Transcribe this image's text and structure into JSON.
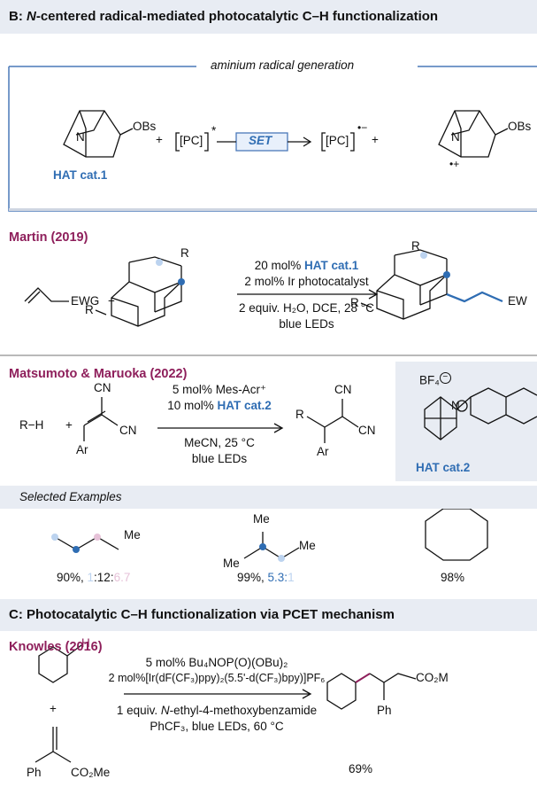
{
  "sectionB": {
    "prefix": "B: ",
    "italic": "N",
    "rest": "-centered radical-mediated photocatalytic C–H functionalization"
  },
  "aminium": {
    "box_title": "aminium radical generation",
    "obs": "OBs",
    "n": "N",
    "plus": "+",
    "pc": "[PC]",
    "star": "*",
    "set": "SET",
    "pc2": "[PC]",
    "radical_minus": "•−",
    "hat_cat": "HAT cat.1",
    "rad_plus": "•+"
  },
  "martin": {
    "title": "Martin (2019)",
    "ewg": "EWG",
    "plus": "+",
    "r": "R",
    "cond1_pre": "20 mol% ",
    "cond1_hat": "HAT cat.1",
    "cond2": "2 mol% Ir photocatalyst",
    "cond3": "2 equiv. H₂O, DCE, 28 °C",
    "cond4": "blue LEDs",
    "product_ewg": "EW"
  },
  "matsumoto": {
    "title": "Matsumoto & Maruoka (2022)",
    "rh": "R−H",
    "plus": "+",
    "cn": "CN",
    "ar": "Ar",
    "r": "R",
    "cond1": "5 mol% Mes-Acr⁺",
    "cond2_pre": "10 mol% ",
    "cond2_hat": "HAT cat.2",
    "cond3": "MeCN, 25 °C",
    "cond4": "blue LEDs",
    "bf4": "BF₄",
    "hat_cat2": "HAT cat.2"
  },
  "examples": {
    "header": "Selected Examples",
    "me": "Me",
    "ex1_yield": "90%, ",
    "ex1_r1": "1",
    "ex1_r2": ":12:",
    "ex1_r3": "6.7",
    "ex2_yield": "99%, ",
    "ex2_r1": "5.3:",
    "ex2_r2": "1",
    "ex3_yield": "98%"
  },
  "sectionC": {
    "title": "C: Photocatalytic C–H functionalization via PCET mechanism"
  },
  "knowles": {
    "title": "Knowles (2016)",
    "h": "H",
    "plus": "+",
    "ph": "Ph",
    "co2me": "CO₂Me",
    "cond1": "5 mol% Bu₄NOP(O)(OBu)₂",
    "cond2": "2 mol%[Ir(dF(CF₃)ppy)₂(5.5'-d(CF₃)bpy)]PF₆",
    "cond3_pre": "1 equiv. ",
    "cond3_ital": "N",
    "cond3_rest": "-ethyl-4-methoxybenzamide",
    "cond4": "PhCF₃, blue LEDs, 60 °C",
    "product_co2m": "CO₂M",
    "product_ph": "Ph",
    "yield": "69%"
  },
  "colors": {
    "band": "#e8ecf3",
    "title_purple": "#8e1f5b",
    "accent_blue": "#2f6db3",
    "box_border": "#4a78b8",
    "light_blue_dot": "#bcd3ef",
    "pink_dot": "#e6c2d8"
  }
}
